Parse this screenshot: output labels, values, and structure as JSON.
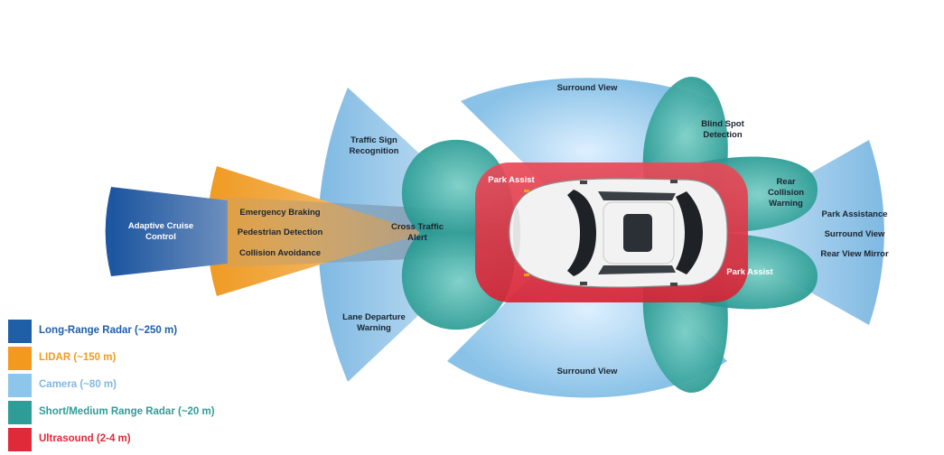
{
  "labels": {
    "surround_view_top": "Surround View",
    "surround_view_bottom": "Surround View",
    "blind_spot": [
      "Blind Spot",
      "Detection"
    ],
    "traffic_sign": [
      "Traffic Sign",
      "Recognition"
    ],
    "park_assist_front": "Park Assist",
    "park_assist_rear": "Park Assist",
    "rear_collision": [
      "Rear",
      "Collision",
      "Warning"
    ],
    "adaptive_cruise": [
      "Adaptive Cruise",
      "Control"
    ],
    "emergency_braking": "Emergency Braking",
    "pedestrian_detection": "Pedestrian Detection",
    "collision_avoidance": "Collision Avoidance",
    "cross_traffic": [
      "Cross Traffic",
      "Alert"
    ],
    "park_assistance": "Park Assistance",
    "surround_view_rear": "Surround View",
    "rear_view_mirror": "Rear View Mirror",
    "lane_departure": [
      "Lane Departure",
      "Warning"
    ]
  },
  "legend": [
    {
      "label": "Long-Range Radar (~250 m)",
      "color": "#1f5fa8"
    },
    {
      "label": "LIDAR (~150 m)",
      "color": "#f39a1e"
    },
    {
      "label": "Camera (~80 m)",
      "color": "#8ec5ea"
    },
    {
      "label": "Short/Medium Range Radar (~20 m)",
      "color": "#2e9d97"
    },
    {
      "label": "Ultrasound (2-4 m)",
      "color": "#e02a3a"
    }
  ],
  "colors": {
    "long_range_radar": "#1f5fa8",
    "lidar": "#f39a1e",
    "camera": "#8ec5ea",
    "short_radar": "#2e9d97",
    "ultrasound": "#e02a3a"
  }
}
